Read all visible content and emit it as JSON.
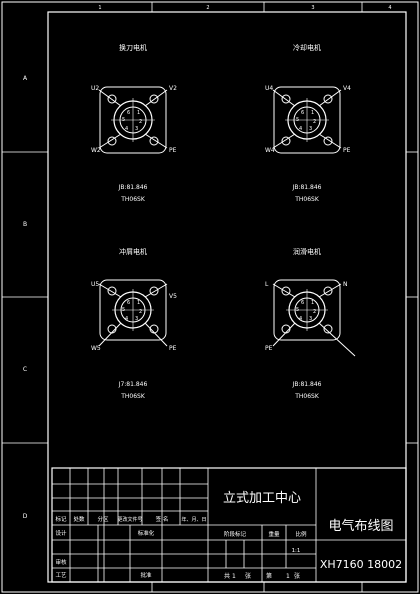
{
  "sheet": {
    "zone_letters": [
      "A",
      "B",
      "C",
      "D"
    ],
    "zone_numbers": [
      "1",
      "2",
      "3",
      "4"
    ]
  },
  "connectors": [
    {
      "title": "换刀电机",
      "pins": [
        "1",
        "2",
        "3",
        "4",
        "5",
        "6"
      ],
      "corner_labels": {
        "tl": "U2",
        "tr": "V2",
        "bl": "W2",
        "br": "PE"
      },
      "part_no": "JB:81.846",
      "model": "TH06SK"
    },
    {
      "title": "冷却电机",
      "pins": [
        "1",
        "2",
        "3",
        "4",
        "5",
        "6"
      ],
      "corner_labels": {
        "tl": "U4",
        "tr": "V4",
        "bl": "W4",
        "br": "PE"
      },
      "part_no": "JB:81.846",
      "model": "TH06SK"
    },
    {
      "title": "冲屑电机",
      "pins": [
        "1",
        "2",
        "3",
        "4",
        "5",
        "6"
      ],
      "corner_labels": {
        "tl": "U5",
        "tr": "V5",
        "bl": "W5",
        "br": "PE"
      },
      "part_no": "J7:81.846",
      "model": "TH06SK"
    },
    {
      "title": "润滑电机",
      "pins": [
        "1",
        "2",
        "3",
        "4",
        "5",
        "6"
      ],
      "corner_labels": {
        "tl": "L",
        "tr": "N",
        "bl": "PE",
        "br": ""
      },
      "part_no": "JB:81.846",
      "model": "TH06SK"
    }
  ],
  "title_block": {
    "project": "立式加工中心",
    "drawing_name": "电气布线图",
    "drawing_no": "XH7160 18002",
    "scale": "1:1",
    "revision_headers": [
      "标记",
      "处数",
      "分区",
      "更改文件号",
      "签 名",
      "年、月、日"
    ],
    "row_labels": {
      "design": "设计",
      "standard": "标准化",
      "review": "审核",
      "process": "工艺",
      "approve": "批准"
    },
    "stage_headers": {
      "stage": "阶段标记",
      "weight": "重量",
      "scale": "比例"
    },
    "sheet_info": {
      "total_prefix": "共",
      "total": "1",
      "total_unit": "张",
      "page_prefix": "第",
      "page": "1",
      "page_unit": "张"
    }
  }
}
